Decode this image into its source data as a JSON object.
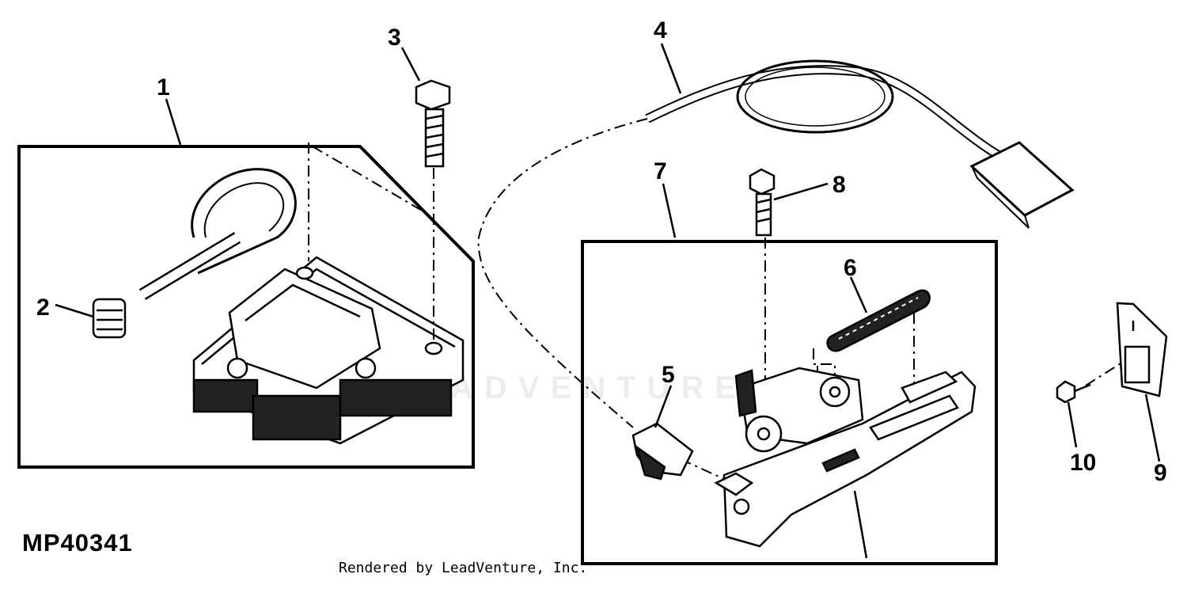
{
  "diagram": {
    "figure_code": "MP40341",
    "watermark": "LEADVENTURE",
    "footer": "Rendered by LeadVenture, Inc.",
    "callouts": {
      "c1": "1",
      "c2": "2",
      "c3": "3",
      "c4": "4",
      "c5": "5",
      "c6": "6",
      "c7": "7",
      "c8": "8",
      "c9": "9",
      "c10": "10"
    }
  }
}
